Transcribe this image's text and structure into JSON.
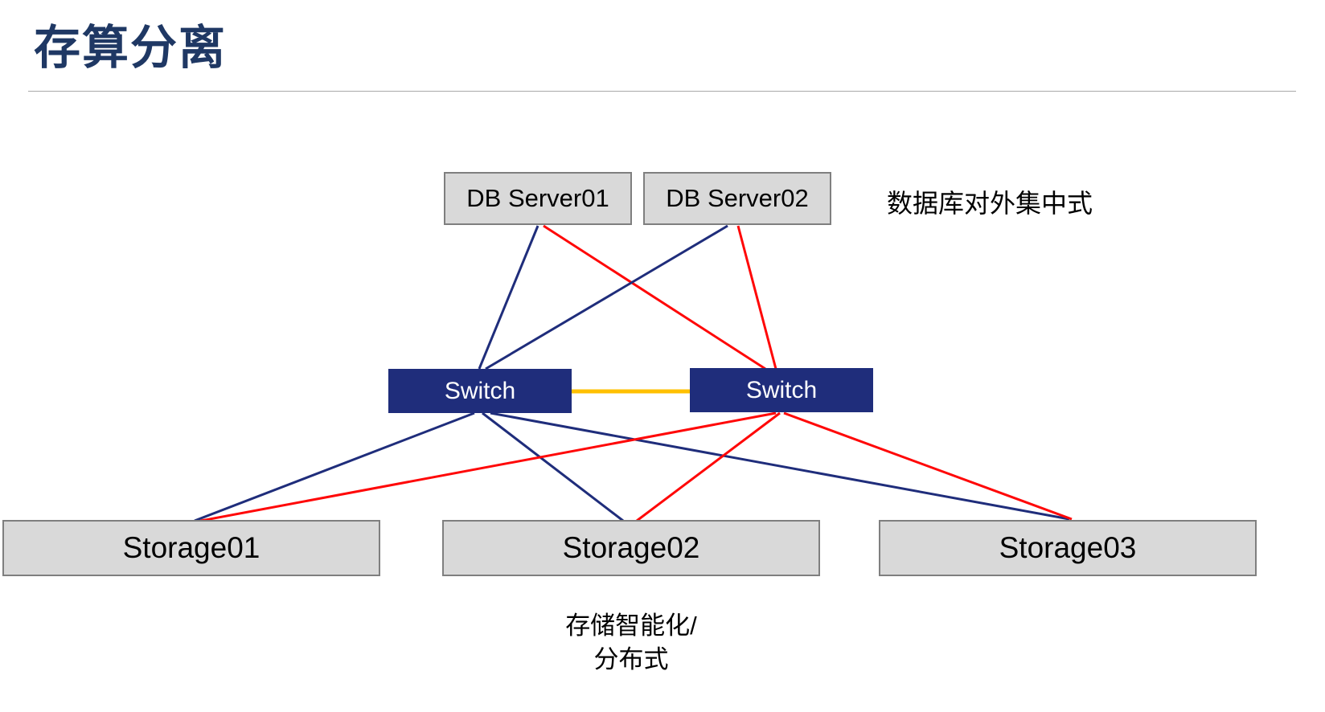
{
  "title": "存算分离",
  "colors": {
    "navy": "#1F2D7B",
    "red": "#FF0707",
    "yellow": "#FFC000",
    "box_gray": "#D9D9D9",
    "box_border": "#7F7F7F",
    "title_navy": "#1F3864"
  },
  "nodes": {
    "db_server_1": "DB Server01",
    "db_server_2": "DB Server02",
    "switch_1": "Switch",
    "switch_2": "Switch",
    "storage_1": "Storage01",
    "storage_2": "Storage02",
    "storage_3": "Storage03"
  },
  "annotations": {
    "db_note": "数据库对外集中式",
    "storage_note_line1": "存储智能化/",
    "storage_note_line2": "分布式"
  },
  "edges": [
    {
      "from": "db_server_1",
      "to": "switch_1",
      "color": "navy"
    },
    {
      "from": "db_server_1",
      "to": "switch_2",
      "color": "red"
    },
    {
      "from": "db_server_2",
      "to": "switch_1",
      "color": "navy"
    },
    {
      "from": "db_server_2",
      "to": "switch_2",
      "color": "red"
    },
    {
      "from": "switch_1",
      "to": "switch_2",
      "color": "yellow"
    },
    {
      "from": "switch_1",
      "to": "storage_1",
      "color": "navy"
    },
    {
      "from": "switch_1",
      "to": "storage_2",
      "color": "navy"
    },
    {
      "from": "switch_1",
      "to": "storage_3",
      "color": "navy"
    },
    {
      "from": "switch_2",
      "to": "storage_1",
      "color": "red"
    },
    {
      "from": "switch_2",
      "to": "storage_2",
      "color": "red"
    },
    {
      "from": "switch_2",
      "to": "storage_3",
      "color": "red"
    }
  ]
}
